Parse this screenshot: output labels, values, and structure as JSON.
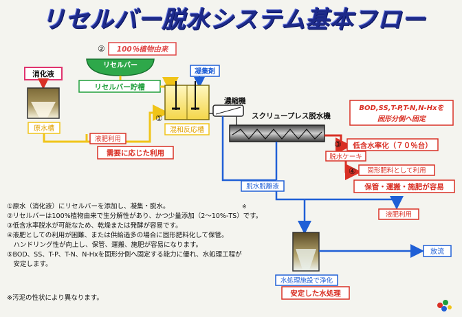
{
  "title": "リセルバー脱水システム基本フロー",
  "labels": {
    "digestion_liquid": "消化液",
    "plant_origin": "100％植物由来",
    "recellbar": "リセルバー",
    "recellbar_tank": "リセルバー貯槽",
    "flocculant": "凝集剤",
    "raw_water_tank": "原水槽",
    "mixing_tank": "混和反応槽",
    "thickener": "濃縮機",
    "screw_press": "スクリュープレス脱水機",
    "liquid_fertilizer_use": "液肥利用",
    "as_needed_use": "需要に応じた利用",
    "fixation_note": "BOD,SS,T-P,T-N,N-Hxを\n固形分側へ固定",
    "low_moisture": "低含水率化（７０％台）",
    "cake": "脱水ケーキ",
    "solid_fertilizer_use": "固形肥料として利用",
    "easy_handling": "保管・運搬・施肥が容易",
    "separated_liquid": "脱水脱離液",
    "liquid_fertilizer_use2": "液肥利用",
    "discharge": "放流",
    "water_treatment": "水処理施設で浄化",
    "stable_treatment": "安定した水処理",
    "num1": "①",
    "num2": "②",
    "num3": "③",
    "num4": "④",
    "asterisk_mark": "※"
  },
  "notes": [
    "①原水（消化液）にリセルバーを添加し、凝集・脱水。",
    "②リセルバーは100%植物由来で生分解性があり、かつ少量添加（2～10%-TS）です。",
    "③低含水率脱水が可能なため、乾燥または発酵が容易です。",
    "④液肥としての利用が困難、または供給過多の場合に固形肥料化して保管。",
    "　ハンドリング性が向上し、保管、運搬、施肥が容易になります。",
    "⑤BOD、SS、T-P、T-N、N-Hxを固形分側へ固定する能力に優れ、水処理工程が",
    "　安定します。"
  ],
  "footnote": "※汚泥の性状により異なります。",
  "colors": {
    "title": "#1d2a8a",
    "yellow_line": "#f0c419",
    "blue_line": "#1f5fd6",
    "red_line": "#d93025",
    "green": "#1e9e3a",
    "pink": "#e0336e",
    "tank_fill": "#6b5a2e"
  }
}
